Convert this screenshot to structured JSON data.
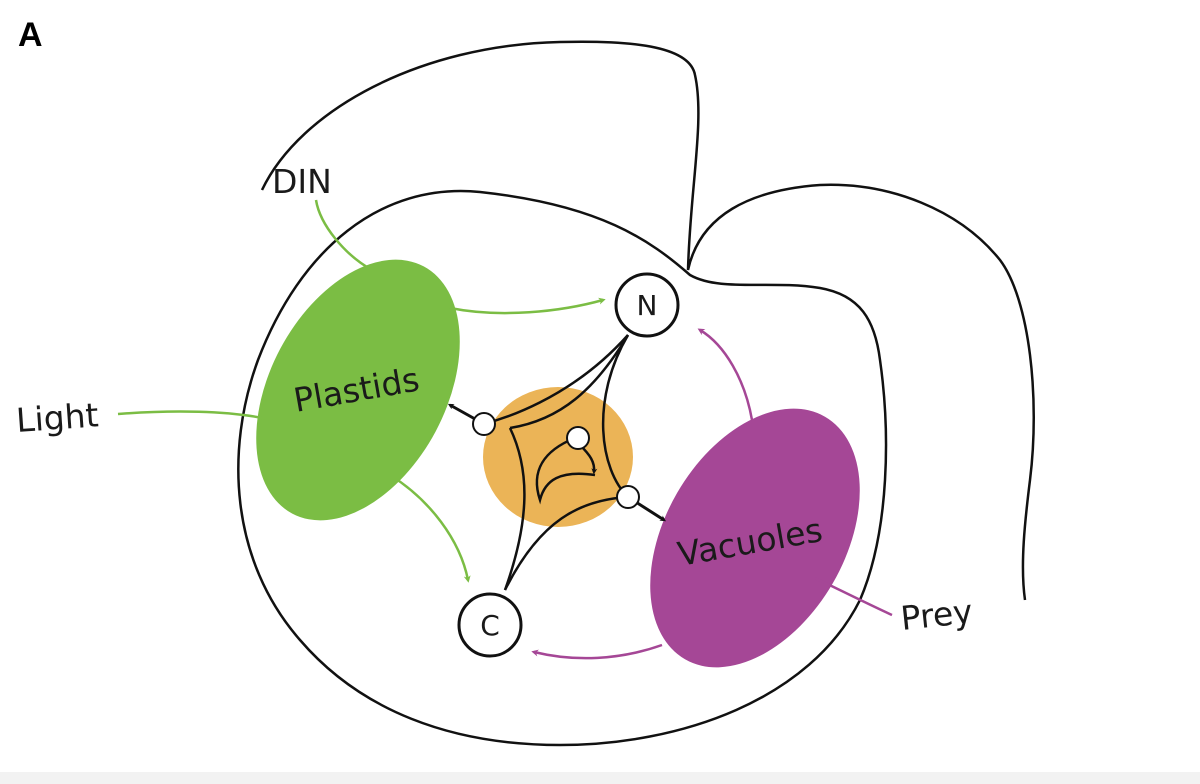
{
  "panel_label": "A",
  "labels": {
    "din": "DIN",
    "light": "Light",
    "prey": "Prey",
    "plastids": "Plastids",
    "vacuoles": "Vacuoles",
    "n_node": "N",
    "c_node": "C"
  },
  "colors": {
    "outline": "#111111",
    "plastids": "#7bbd44",
    "vacuoles": "#a54796",
    "center": "#ebb457",
    "green_arrow": "#7bbd44",
    "magenta_arrow": "#a54796",
    "black_arrow": "#111111",
    "node_fill": "#ffffff"
  }
}
